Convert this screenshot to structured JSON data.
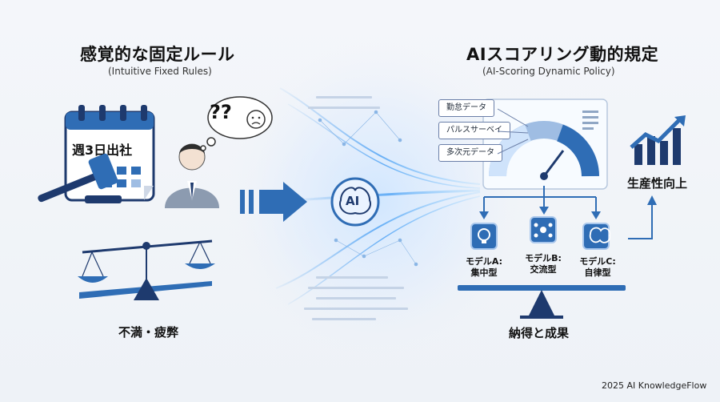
{
  "left": {
    "title": "感覚的な固定ルール",
    "subtitle": "(Intuitive Fixed Rules)",
    "calendar_text": "週3日出社",
    "thought_symbols": "??",
    "result_label": "不満・疲弊"
  },
  "right": {
    "title": "AIスコアリング動的規定",
    "subtitle": "(AI-Scoring Dynamic Policy)",
    "inputs": [
      "勤怠データ",
      "パルスサーベイ",
      "多次元データ"
    ],
    "productivity_label": "生産性向上",
    "models": [
      {
        "line1": "モデルA:",
        "line2": "集中型"
      },
      {
        "line1": "モデルB:",
        "line2": "交流型"
      },
      {
        "line1": "モデルC:",
        "line2": "自律型"
      }
    ],
    "result_label": "納得と成果"
  },
  "center": {
    "ai_label": "AI"
  },
  "footer": {
    "credit": "2025 AI KnowledgeFlow"
  },
  "colors": {
    "accent": "#2f6db5",
    "dark": "#1e3a6e",
    "light": "#cfe3fb"
  }
}
